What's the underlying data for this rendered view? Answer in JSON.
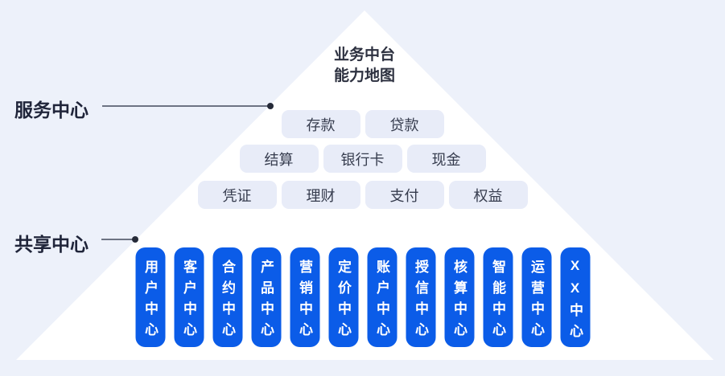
{
  "title": {
    "line1": "业务中台",
    "line2": "能力地图"
  },
  "labels": {
    "service_center": "服务中心",
    "shared_center": "共享中心"
  },
  "pyramid": {
    "rows": [
      {
        "items": [
          "存款",
          "贷款"
        ]
      },
      {
        "items": [
          "结算",
          "银行卡",
          "现金"
        ]
      },
      {
        "items": [
          "凭证",
          "理财",
          "支付",
          "权益"
        ]
      }
    ]
  },
  "shared": {
    "items": [
      "用户中心",
      "客户中心",
      "合约中心",
      "产品中心",
      "营销中心",
      "定价中心",
      "账户中心",
      "授信中心",
      "核算中心",
      "智能中心",
      "运营中心",
      "XX中心"
    ]
  },
  "colors": {
    "background": "#edf1fa",
    "pyramid_fill": "#ffffff",
    "capability_pill": "#e8ecf8",
    "center_pill_blue": "#0b5ce8",
    "dark_text": "#2d3140",
    "connector_line": "#6d7383"
  }
}
